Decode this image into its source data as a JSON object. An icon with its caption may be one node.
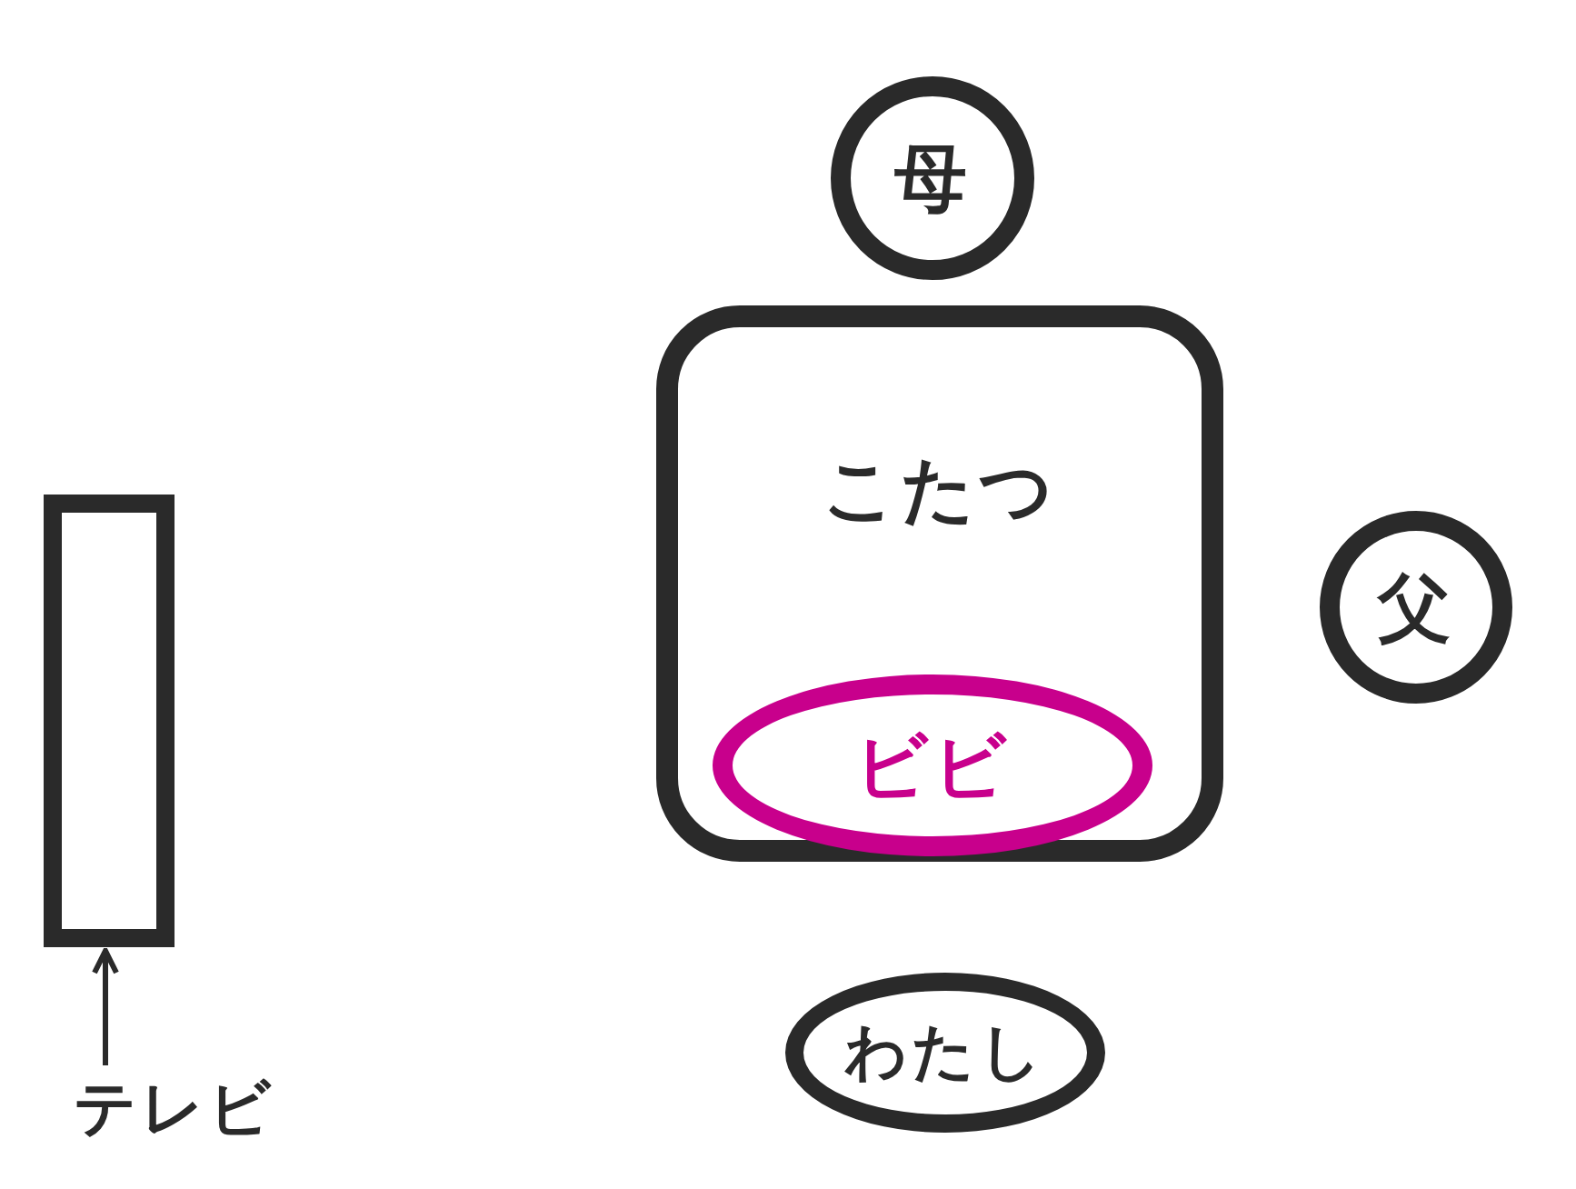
{
  "diagram": {
    "nodes": [
      {
        "text": [
          "母"
        ]
      },
      {
        "text": [
          "こたつ"
        ]
      },
      {
        "text": [
          "ビビ"
        ],
        "in": 1
      },
      {
        "text": [
          "父"
        ]
      },
      {
        "text": [
          "わたし"
        ]
      },
      {
        "text": [],
        "shape": "box"
      },
      {
        "text": [
          "テレビ"
        ]
      }
    ],
    "edges": [
      {
        "from": 6,
        "to": 5,
        "arrow": "to"
      }
    ]
  }
}
